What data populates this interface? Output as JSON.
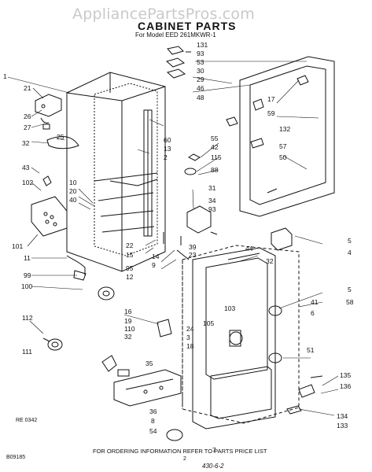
{
  "watermark": "AppliancePartsPros.com",
  "title": "CABINET PARTS",
  "subtitle": "For Model EED 261MKWR-1",
  "callouts_left": [
    "1",
    "21",
    "26",
    "27",
    "25",
    "32",
    "43",
    "102",
    "10",
    "20",
    "40",
    "101",
    "11",
    "99",
    "100",
    "112",
    "111"
  ],
  "callouts_center": [
    "60",
    "13",
    "2",
    "22",
    "15",
    "14",
    "9",
    "95",
    "12",
    "16",
    "19",
    "110",
    "32",
    "35",
    "24",
    "3",
    "18",
    "105",
    "103",
    "36",
    "8",
    "54",
    "7"
  ],
  "callouts_top_right": [
    "131",
    "93",
    "53",
    "30",
    "29",
    "46",
    "48",
    "17",
    "59",
    "55",
    "42",
    "115",
    "88",
    "132",
    "57",
    "50",
    "31",
    "34",
    "93",
    "39",
    "23"
  ],
  "callouts_bottom_right": [
    "44",
    "32",
    "5",
    "4",
    "5",
    "58",
    "41",
    "6",
    "51",
    "135",
    "136",
    "134",
    "133"
  ],
  "ref_code": "RE 0342",
  "footer_note": "FOR ORDERING INFORMATION REFER TO PARTS PRICE LIST",
  "form_number": "B09185",
  "page_number": "2",
  "handwritten": "430-6-2"
}
